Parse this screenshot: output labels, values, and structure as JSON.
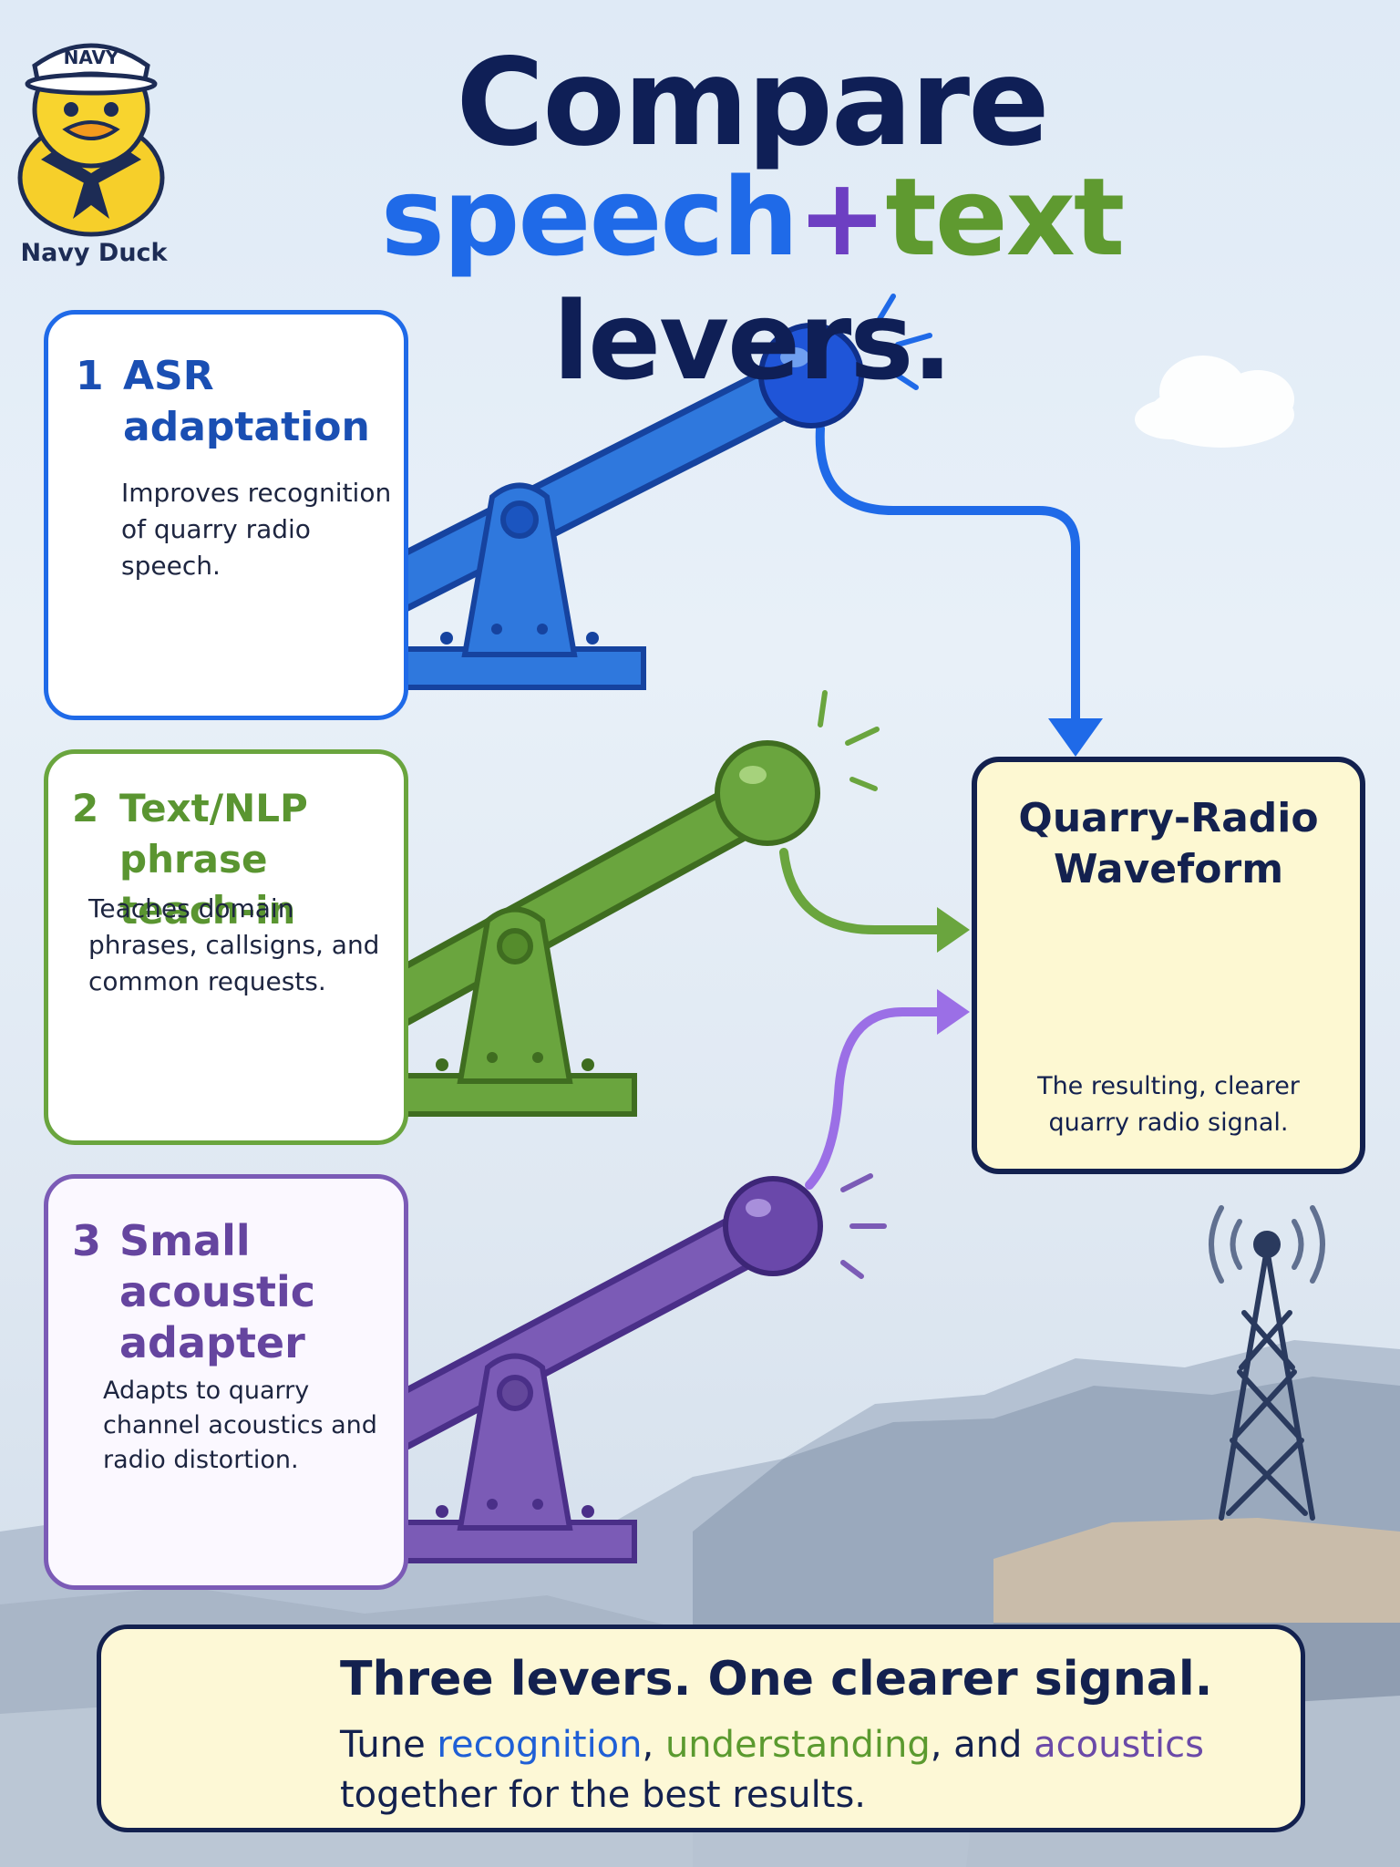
{
  "title": {
    "line1": "Compare",
    "speech": "speech",
    "plus": "+",
    "text": "text",
    "levers": "levers."
  },
  "mascot": {
    "hat_label": "NAVY",
    "name": "Navy Duck"
  },
  "levers": [
    {
      "number": "1",
      "title": "ASR adaptation",
      "description": "Improves recognition of quarry radio speech.",
      "icon": "speaking-head-icon",
      "color": "#1f6ae8"
    },
    {
      "number": "2",
      "title": "Text/NLP phrase teach-in",
      "description": "Teaches domain phrases, callsigns, and common requests.",
      "icon": "book-and-chat-bubble-icon",
      "color": "#6aa53e"
    },
    {
      "number": "3",
      "title": "Small acoustic adapter",
      "description": "Adapts to quarry channel acoustics and radio distortion.",
      "icon": "soundwave-icon",
      "color": "#7b5bb6"
    }
  ],
  "output": {
    "title": "Quarry-Radio Waveform",
    "caption": "The resulting, clearer quarry radio signal.",
    "icon": "waveform-icon"
  },
  "summary": {
    "heading": "Three levers. One clearer signal.",
    "line_prefix": "Tune ",
    "kw1": "recognition",
    "sep1": ", ",
    "kw2": "understanding",
    "sep2": ", and ",
    "kw3": "acoustics",
    "line_suffix": " together for the best results.",
    "icon": "lightbulb-icon"
  }
}
